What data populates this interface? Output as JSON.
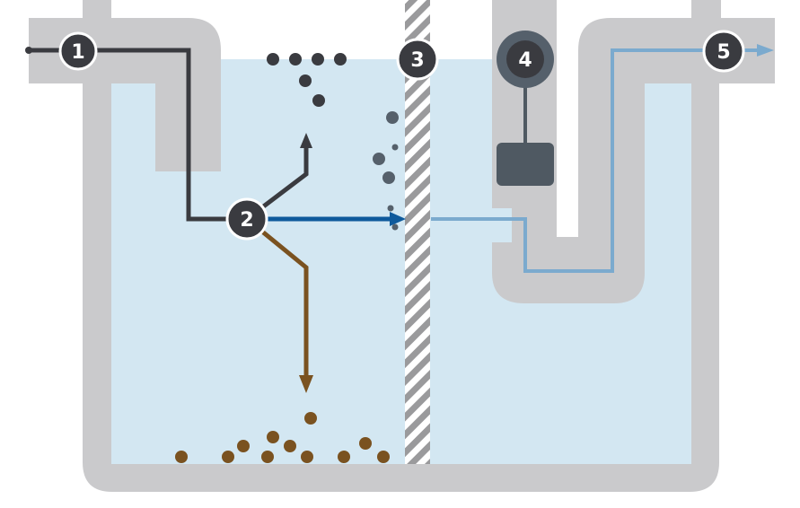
{
  "diagram": {
    "markers": [
      {
        "id": "1",
        "label": "1"
      },
      {
        "id": "2",
        "label": "2"
      },
      {
        "id": "3",
        "label": "3"
      },
      {
        "id": "4",
        "label": "4"
      },
      {
        "id": "5",
        "label": "5"
      }
    ],
    "colors": {
      "water": "#d3e7f2",
      "tank_wall": "#cacacc",
      "marker_fill": "#3a3b40",
      "inlet_flow": "#3a3b40",
      "clean_flow": "#0e5a9c",
      "outlet_flow": "#7baace",
      "sediment": "#7a5220",
      "floating_solids": "#3a3b40",
      "bubbles": "#55606b",
      "float_switch": "#4f5962",
      "baffle_stripe": "#9a9a9c"
    },
    "icons": {
      "inlet_arrow": "arrow-right-icon",
      "up_arrow": "arrow-up-icon",
      "down_arrow": "arrow-down-icon",
      "outlet_arrow": "arrow-right-icon"
    }
  }
}
